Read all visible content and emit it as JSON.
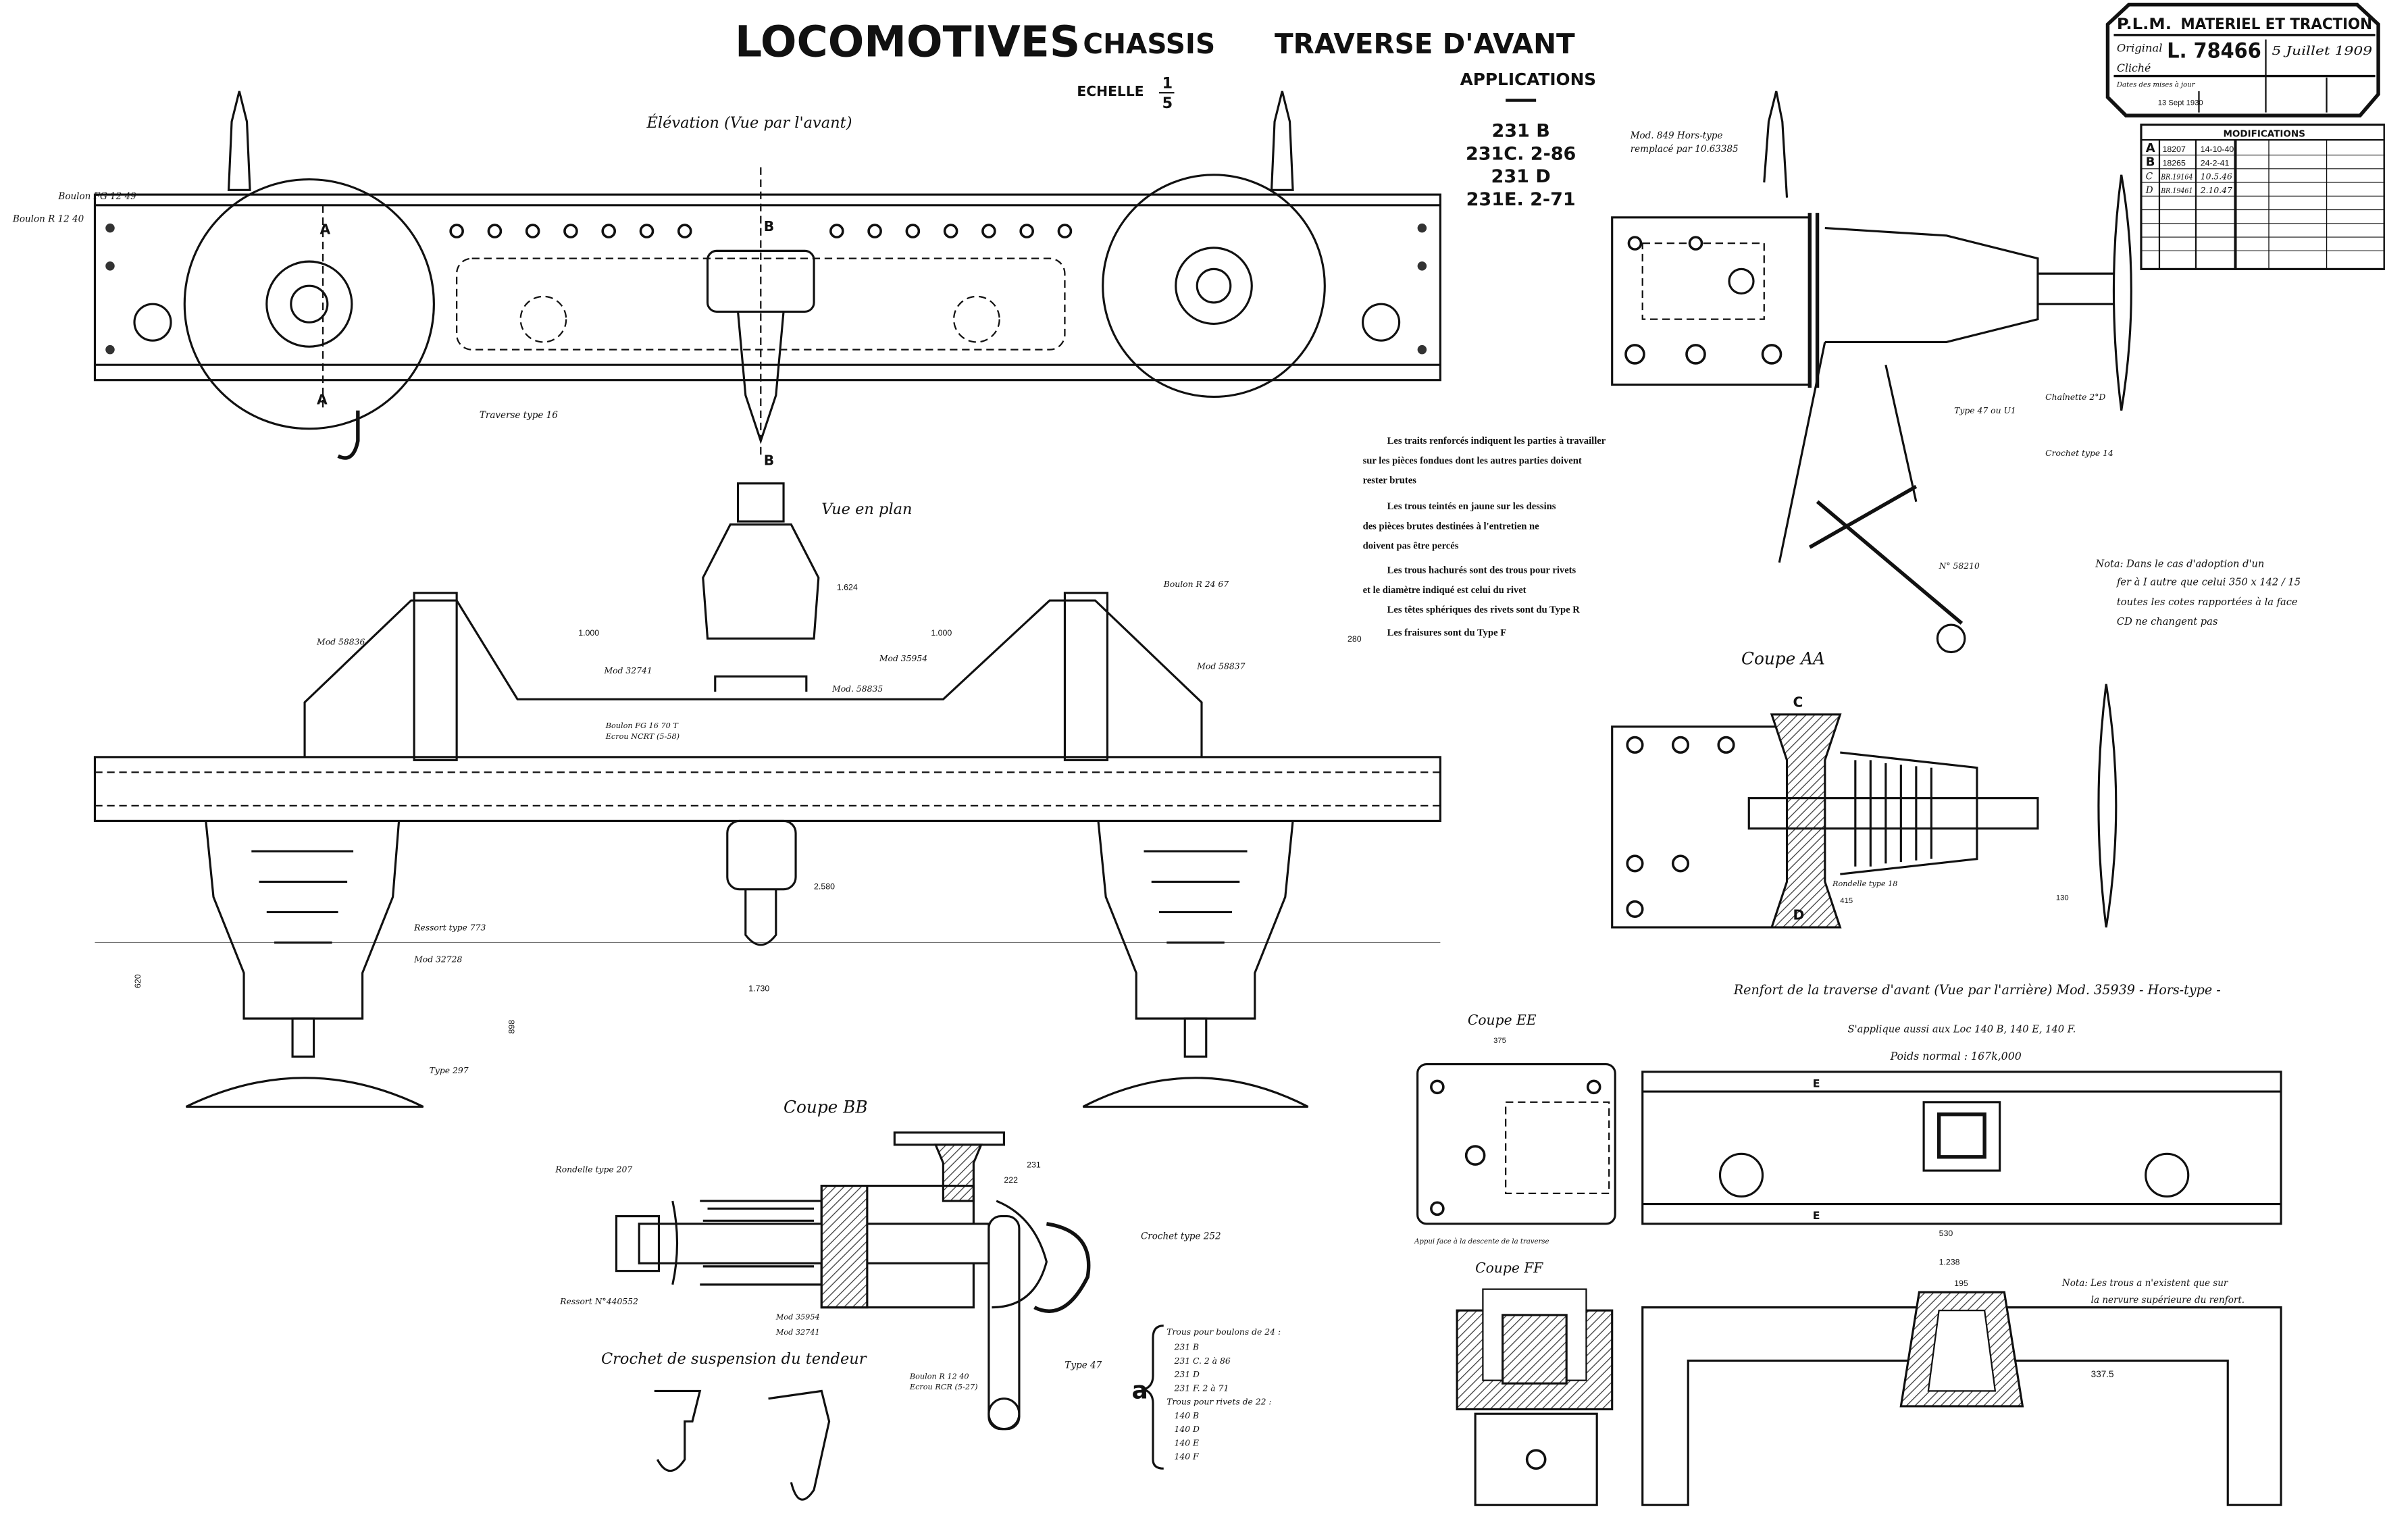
{
  "header": {
    "title": "LOCOMOTIVES",
    "subtitle_1": "CHASSIS",
    "subtitle_2": "TRAVERSE D'AVANT",
    "scale_label": "ECHELLE",
    "scale_num": "1",
    "scale_den": "5"
  },
  "applications": {
    "heading": "APPLICATIONS",
    "items": [
      "231 B",
      "231C. 2-86",
      "231 D",
      "231E. 2-71"
    ]
  },
  "stamp": {
    "org": "P.L.M.",
    "dept": "MATERIEL ET TRACTION",
    "original_label": "Original",
    "original_no": "L. 78466",
    "original_date": "5 Juillet 1909",
    "cliche_label": "Cliché",
    "dates_label": "Dates des mises à jour",
    "update_date": "13 Sept 1930"
  },
  "modifications": {
    "heading": "MODIFICATIONS",
    "rows": [
      {
        "letter": "A",
        "ref": "18207",
        "date": "14-10-40"
      },
      {
        "letter": "B",
        "ref": "18265",
        "date": "24-2-41"
      },
      {
        "letter": "C",
        "ref": "BR.19164",
        "date": "10.5.46"
      },
      {
        "letter": "D",
        "ref": "BR.19461",
        "date": "2.10.47"
      }
    ]
  },
  "views": {
    "elevation": "Élévation (Vue par l'avant)",
    "plan": "Vue en plan",
    "coupe_aa": "Coupe AA",
    "coupe_bb": "Coupe BB",
    "coupe_ee": "Coupe EE",
    "coupe_ff": "Coupe FF",
    "crochet_suspension": "Crochet de suspension du tendeur",
    "renfort_title": "Renfort de la traverse d'avant (Vue par l'arrière) Mod. 35939 - Hors-type -",
    "renfort_applies": "S'applique aussi aux Loc 140 B, 140 E, 140 F.",
    "renfort_weight": "Poids normal : 167k,000"
  },
  "notes": {
    "general": [
      "Les traits renforcés indiquent les parties à travailler",
      "sur les pièces fondues dont les autres parties doivent",
      "rester brutes",
      "Les trous teintés en jaune sur les dessins",
      "des pièces brutes destinées à l'entretien ne",
      "doivent pas être percés",
      "Les trous hachurés sont des trous pour rivets",
      "et le diamètre indiqué est celui du rivet",
      "Les têtes sphériques des rivets sont du Type R",
      "Les fraisures sont du Type F"
    ],
    "nota_cd": [
      "Nota: Dans le cas d'adoption d'un",
      "fer à I autre que celui 350 x 142 / 15",
      "toutes les cotes rapportées à la face",
      "CD ne changent pas"
    ],
    "nota_trous": [
      "Nota: Les trous a n'existent que sur",
      "la nervure supérieure du renfort."
    ],
    "mod_849": [
      "Mod. 849 Hors-type",
      "remplacé par 10.63385"
    ]
  },
  "legend_a": {
    "letter": "a",
    "lines": [
      "Trous pour boulons de 24 :",
      "231 B",
      "231 C. 2 à 86",
      "231 D",
      "231 F. 2 à 71",
      "Trous pour rivets de 22 :",
      "140 B",
      "140 D",
      "140 E",
      "140 F"
    ]
  },
  "labels": {
    "boulon_r1240": "Boulon R 12 40",
    "boulon_fg1249": "Boulon FG 12 49",
    "traverse_type": "Traverse type 16",
    "section_a": "A",
    "section_b": "B",
    "mod_58836": "Mod 58836",
    "mod_58837": "Mod 58837",
    "mod_32741": "Mod 32741",
    "mod_35954": "Mod 35954",
    "mod_58835": "Mod. 58835",
    "boulon_fg1670": "Boulon FG 16 70 T",
    "ecrou_ncrt": "Ecrou NCRT (5-58)",
    "boulon_r2467": "Boulon R 24 67",
    "ressort_773": "Ressort type 773",
    "mod_32728": "Mod 32728",
    "type_297": "Type 297",
    "rondelle_207": "Rondelle type 207",
    "ressort_440552": "Ressort N°440552",
    "mod_35954_b": "Mod 35954",
    "mod_32741_b": "Mod 32741",
    "crochet_252": "Crochet type 252",
    "type_47": "Type 47",
    "boulon_r1240_b": "Boulon R 12 40",
    "ecrou_rcr": "Ecrou RCR (5-27)",
    "type_47_u1": "Type 47 ou U1",
    "chainette": "Chaînette 2°D",
    "crochet_14": "Crochet type 14",
    "n_58210": "N° 58210",
    "rondelle_18": "Rondelle type 18",
    "section_c": "C",
    "section_d": "D",
    "section_e": "E",
    "appui": "Appui face à la descente de la traverse"
  },
  "dimensions": {
    "d1000a": "1.000",
    "d1000b": "1.000",
    "d1624": "1.624",
    "d2580": "2.580",
    "d1730": "1.730",
    "d898": "898",
    "d620": "620",
    "d231": "231",
    "d222": "222",
    "d280": "280",
    "d375": "375",
    "d530": "530",
    "d1238": "1.238",
    "d195": "195",
    "d337": "337.5",
    "d130": "130",
    "d415": "415"
  }
}
